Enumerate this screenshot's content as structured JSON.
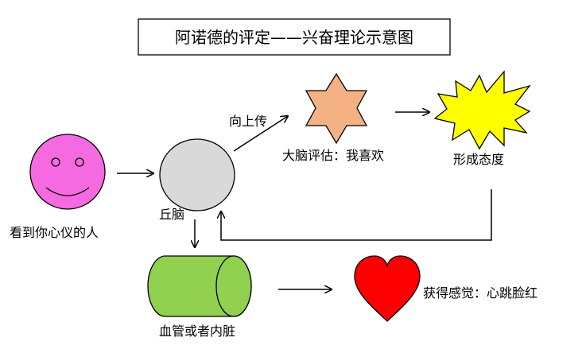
{
  "title": "阿诺德的评定——兴奋理论示意图",
  "nodes": {
    "face": {
      "label": "看到你心仪的人",
      "color": "#f56ae0"
    },
    "hypothalamus": {
      "label": "丘脑",
      "color": "#d9d9d9"
    },
    "brain": {
      "label": "大脑评估：我喜欢",
      "color": "#f4b183"
    },
    "attitude": {
      "label": "形成态度",
      "color": "#ffff00"
    },
    "organs": {
      "label": "血管或者内脏",
      "color": "#92d050"
    },
    "feeling": {
      "label": "获得感觉：心跳脸红",
      "color": "#ff0000"
    }
  },
  "edges": {
    "upward": {
      "label": "向上传"
    }
  }
}
